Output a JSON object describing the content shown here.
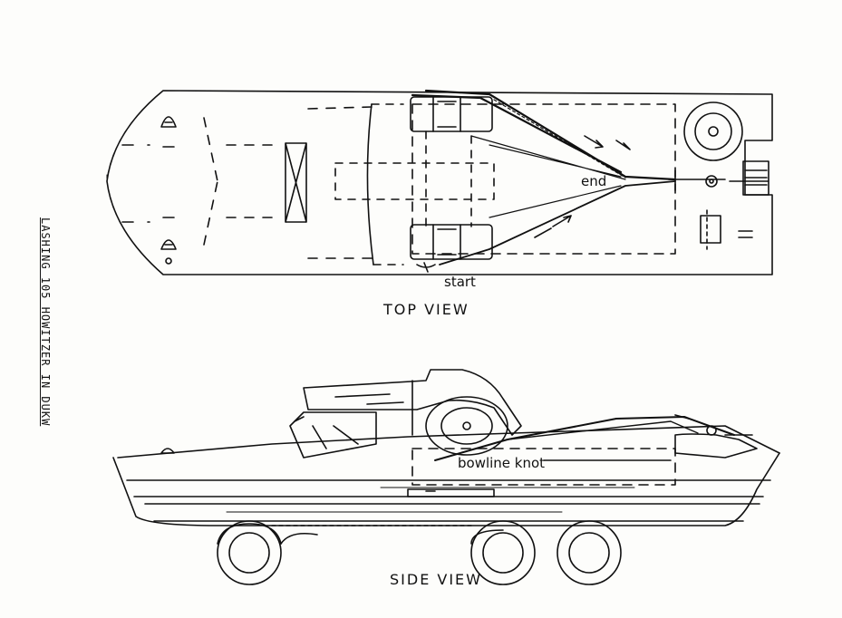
{
  "page_title": "LASHING 105 HOWITZER IN DUKW",
  "top_view": {
    "caption": "TOP VIEW",
    "label_end": "end",
    "label_start": "start"
  },
  "side_view": {
    "caption": "SIDE VIEW",
    "label_knot": "bowline knot"
  }
}
